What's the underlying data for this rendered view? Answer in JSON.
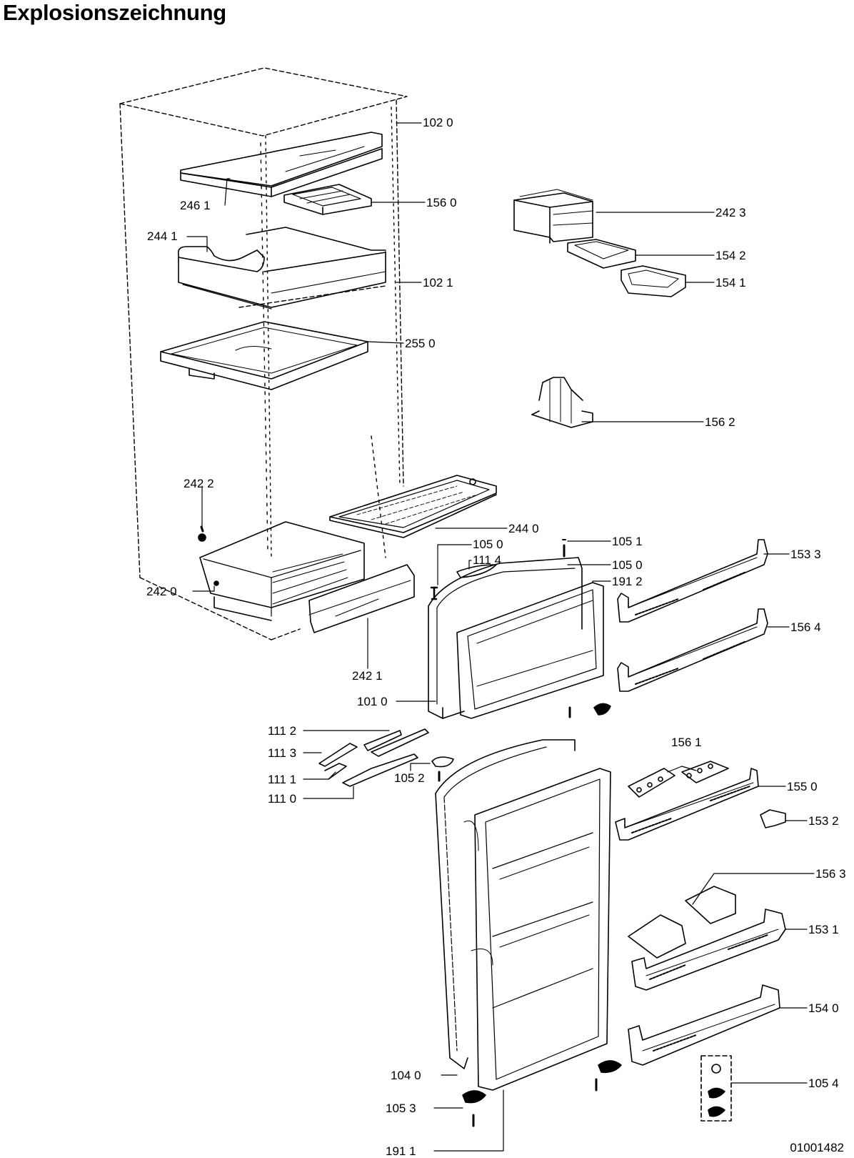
{
  "title": "Explosionszeichnung",
  "document_number": "01001482",
  "colors": {
    "ink": "#000000",
    "paper": "#ffffff"
  },
  "callouts": [
    {
      "id": "102-0",
      "label": "102 0",
      "part": "cabinet"
    },
    {
      "id": "246-1",
      "label": "246 1",
      "part": "freezer-shelf"
    },
    {
      "id": "156-0",
      "label": "156 0",
      "part": "ice-tray"
    },
    {
      "id": "244-1",
      "label": "244 1",
      "part": "upper-glass-shelf"
    },
    {
      "id": "102-1",
      "label": "102 1",
      "part": "cabinet-inner"
    },
    {
      "id": "255-0",
      "label": "255 0",
      "part": "drip-tray"
    },
    {
      "id": "242-3",
      "label": "242 3",
      "part": "ice-box-housing"
    },
    {
      "id": "154-2",
      "label": "154 2",
      "part": "ice-cube-tray"
    },
    {
      "id": "154-1",
      "label": "154 1",
      "part": "small-container"
    },
    {
      "id": "156-2",
      "label": "156 2",
      "part": "bottle-holder"
    },
    {
      "id": "242-2",
      "label": "242 2",
      "part": "crisper-fixing"
    },
    {
      "id": "244-0",
      "label": "244 0",
      "part": "crisper-cover-shelf"
    },
    {
      "id": "242-0",
      "label": "242 0",
      "part": "crisper-drawer"
    },
    {
      "id": "242-1",
      "label": "242 1",
      "part": "crisper-front"
    },
    {
      "id": "105-1",
      "label": "105 1",
      "part": "hinge-pin-washer"
    },
    {
      "id": "105-0a",
      "label": "105 0",
      "part": "hinge-pin-left"
    },
    {
      "id": "105-0b",
      "label": "105 0",
      "part": "hinge-pin-right"
    },
    {
      "id": "111-4",
      "label": "111 4",
      "part": "handle-cover"
    },
    {
      "id": "191-2",
      "label": "191 2",
      "part": "freezer-door-gasket"
    },
    {
      "id": "153-3",
      "label": "153 3",
      "part": "freezer-door-balcony-upper"
    },
    {
      "id": "156-4",
      "label": "156 4",
      "part": "freezer-door-balcony-lower"
    },
    {
      "id": "101-0",
      "label": "101 0",
      "part": "freezer-door"
    },
    {
      "id": "111-2",
      "label": "111 2",
      "part": "handle-part"
    },
    {
      "id": "111-3",
      "label": "111 3",
      "part": "handle-cap"
    },
    {
      "id": "111-1",
      "label": "111 1",
      "part": "handle-insert"
    },
    {
      "id": "111-0",
      "label": "111 0",
      "part": "handle"
    },
    {
      "id": "105-2",
      "label": "105 2",
      "part": "middle-hinge"
    },
    {
      "id": "156-1",
      "label": "156 1",
      "part": "egg-trays"
    },
    {
      "id": "155-0",
      "label": "155 0",
      "part": "butter-balcony"
    },
    {
      "id": "153-2",
      "label": "153 2",
      "part": "balcony-divider"
    },
    {
      "id": "156-3",
      "label": "156 3",
      "part": "bottle-insert"
    },
    {
      "id": "153-1",
      "label": "153 1",
      "part": "door-balcony-middle"
    },
    {
      "id": "154-0",
      "label": "154 0",
      "part": "bottle-balcony"
    },
    {
      "id": "104-0",
      "label": "104 0",
      "part": "fridge-door"
    },
    {
      "id": "105-4",
      "label": "105 4",
      "part": "hinge-kit"
    },
    {
      "id": "105-3",
      "label": "105 3",
      "part": "bottom-hinge"
    },
    {
      "id": "191-1",
      "label": "191 1",
      "part": "fridge-door-gasket"
    }
  ]
}
